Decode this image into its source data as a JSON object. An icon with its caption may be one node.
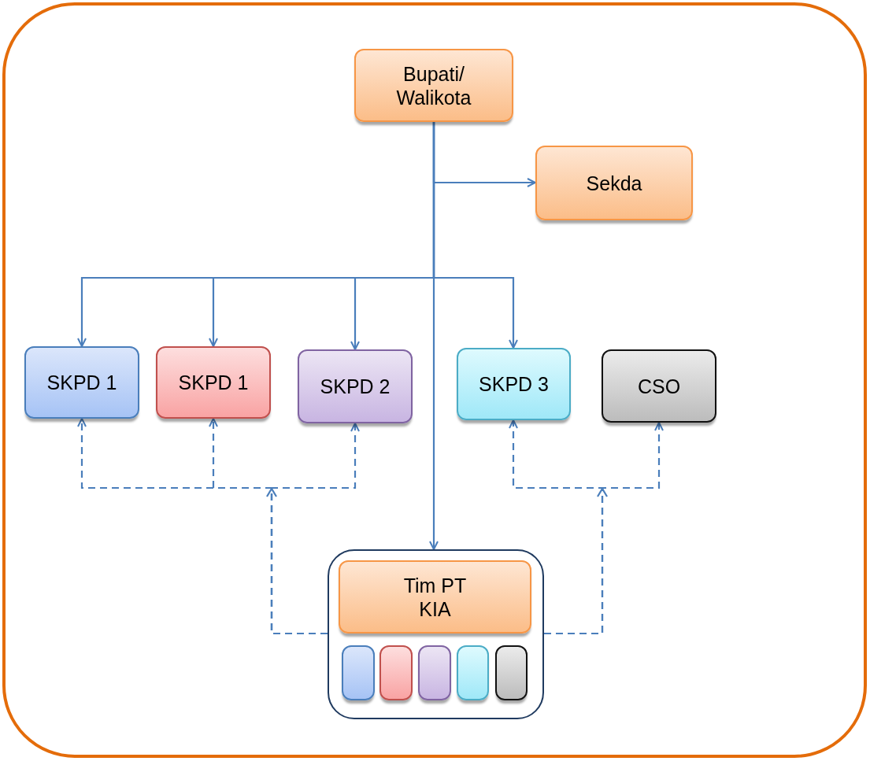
{
  "diagram": {
    "nodes": [
      {
        "text": [
          "Bupati/ Walikota"
        ]
      },
      {
        "text": [
          "Sekda"
        ]
      },
      {
        "text": [
          "SKPD 1"
        ]
      },
      {
        "text": [
          "SKPD 1"
        ]
      },
      {
        "text": [
          "SKPD 2"
        ]
      },
      {
        "text": [
          "SKPD 3"
        ]
      },
      {
        "text": [
          "CSO"
        ]
      },
      {
        "text": [],
        "shape": "box"
      },
      {
        "text": [
          "Tim PT KIA"
        ],
        "in": 7
      },
      {
        "text": [],
        "shape": "box",
        "in": 7
      },
      {
        "text": [],
        "shape": "box",
        "in": 7
      },
      {
        "text": [],
        "shape": "box",
        "in": 7
      },
      {
        "text": [],
        "shape": "box",
        "in": 7
      },
      {
        "text": [],
        "shape": "box",
        "in": 7
      }
    ],
    "edges": [
      {
        "from": 0,
        "to": 1,
        "arrow": "to"
      },
      {
        "from": 0,
        "to": 2,
        "arrow": "to"
      },
      {
        "from": 0,
        "to": 3,
        "arrow": "to"
      },
      {
        "from": 0,
        "to": 4,
        "arrow": "to"
      },
      {
        "from": 0,
        "to": 5,
        "arrow": "to"
      },
      {
        "from": 0,
        "to": 7,
        "arrow": "to"
      },
      {
        "from": 7,
        "to": 2,
        "arrow": "to",
        "style": "dashed"
      },
      {
        "from": 7,
        "to": 3,
        "arrow": "to",
        "style": "dashed"
      },
      {
        "from": 7,
        "to": 4,
        "arrow": "to",
        "style": "dashed"
      },
      {
        "from": 7,
        "to": 5,
        "arrow": "to",
        "style": "dashed"
      },
      {
        "from": 7,
        "to": 6,
        "arrow": "to",
        "style": "dashed"
      }
    ]
  }
}
